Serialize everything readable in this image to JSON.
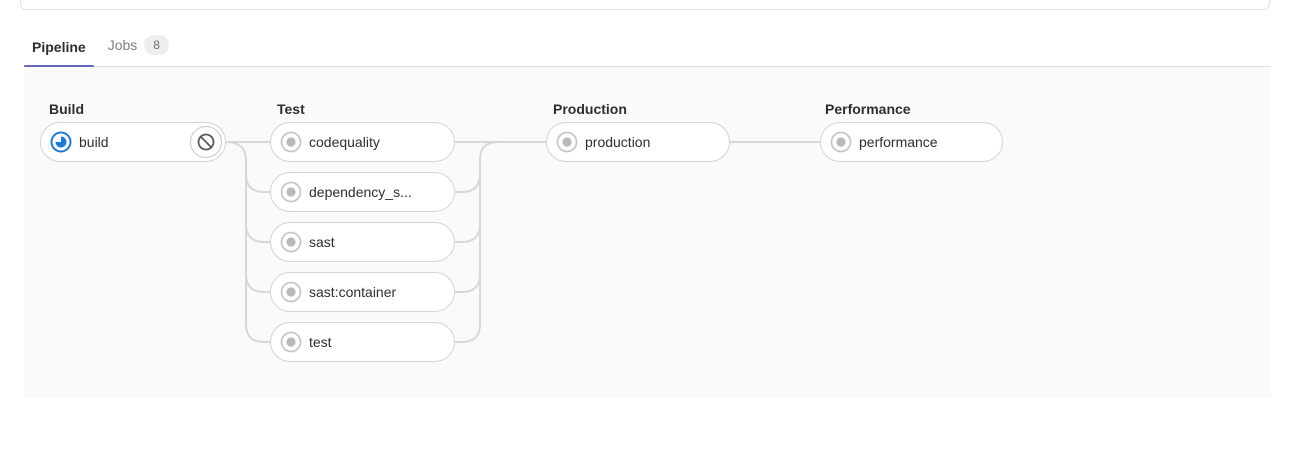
{
  "tabs": {
    "pipeline": {
      "label": "Pipeline"
    },
    "jobs": {
      "label": "Jobs",
      "count": "8"
    }
  },
  "pipeline": {
    "stages": [
      {
        "name": "Build",
        "jobs": [
          {
            "name": "build",
            "status": "running",
            "action": "cancel"
          }
        ]
      },
      {
        "name": "Test",
        "jobs": [
          {
            "name": "codequality",
            "status": "created"
          },
          {
            "name": "dependency_s...",
            "status": "created"
          },
          {
            "name": "sast",
            "status": "created"
          },
          {
            "name": "sast:container",
            "status": "created"
          },
          {
            "name": "test",
            "status": "created"
          }
        ]
      },
      {
        "name": "Production",
        "jobs": [
          {
            "name": "production",
            "status": "created"
          }
        ]
      },
      {
        "name": "Performance",
        "jobs": [
          {
            "name": "performance",
            "status": "created"
          }
        ]
      }
    ]
  },
  "colors": {
    "tab_active_indicator": "#6666c4",
    "status_running": "#1f78d1",
    "status_created": "#b9b9b9",
    "pill_border": "#d4d4d4",
    "connector": "#d8d8d8",
    "graph_background": "#fafafa",
    "text_primary": "#2e2e2e",
    "text_secondary": "#7e7e7e",
    "badge_background": "#ededed"
  }
}
